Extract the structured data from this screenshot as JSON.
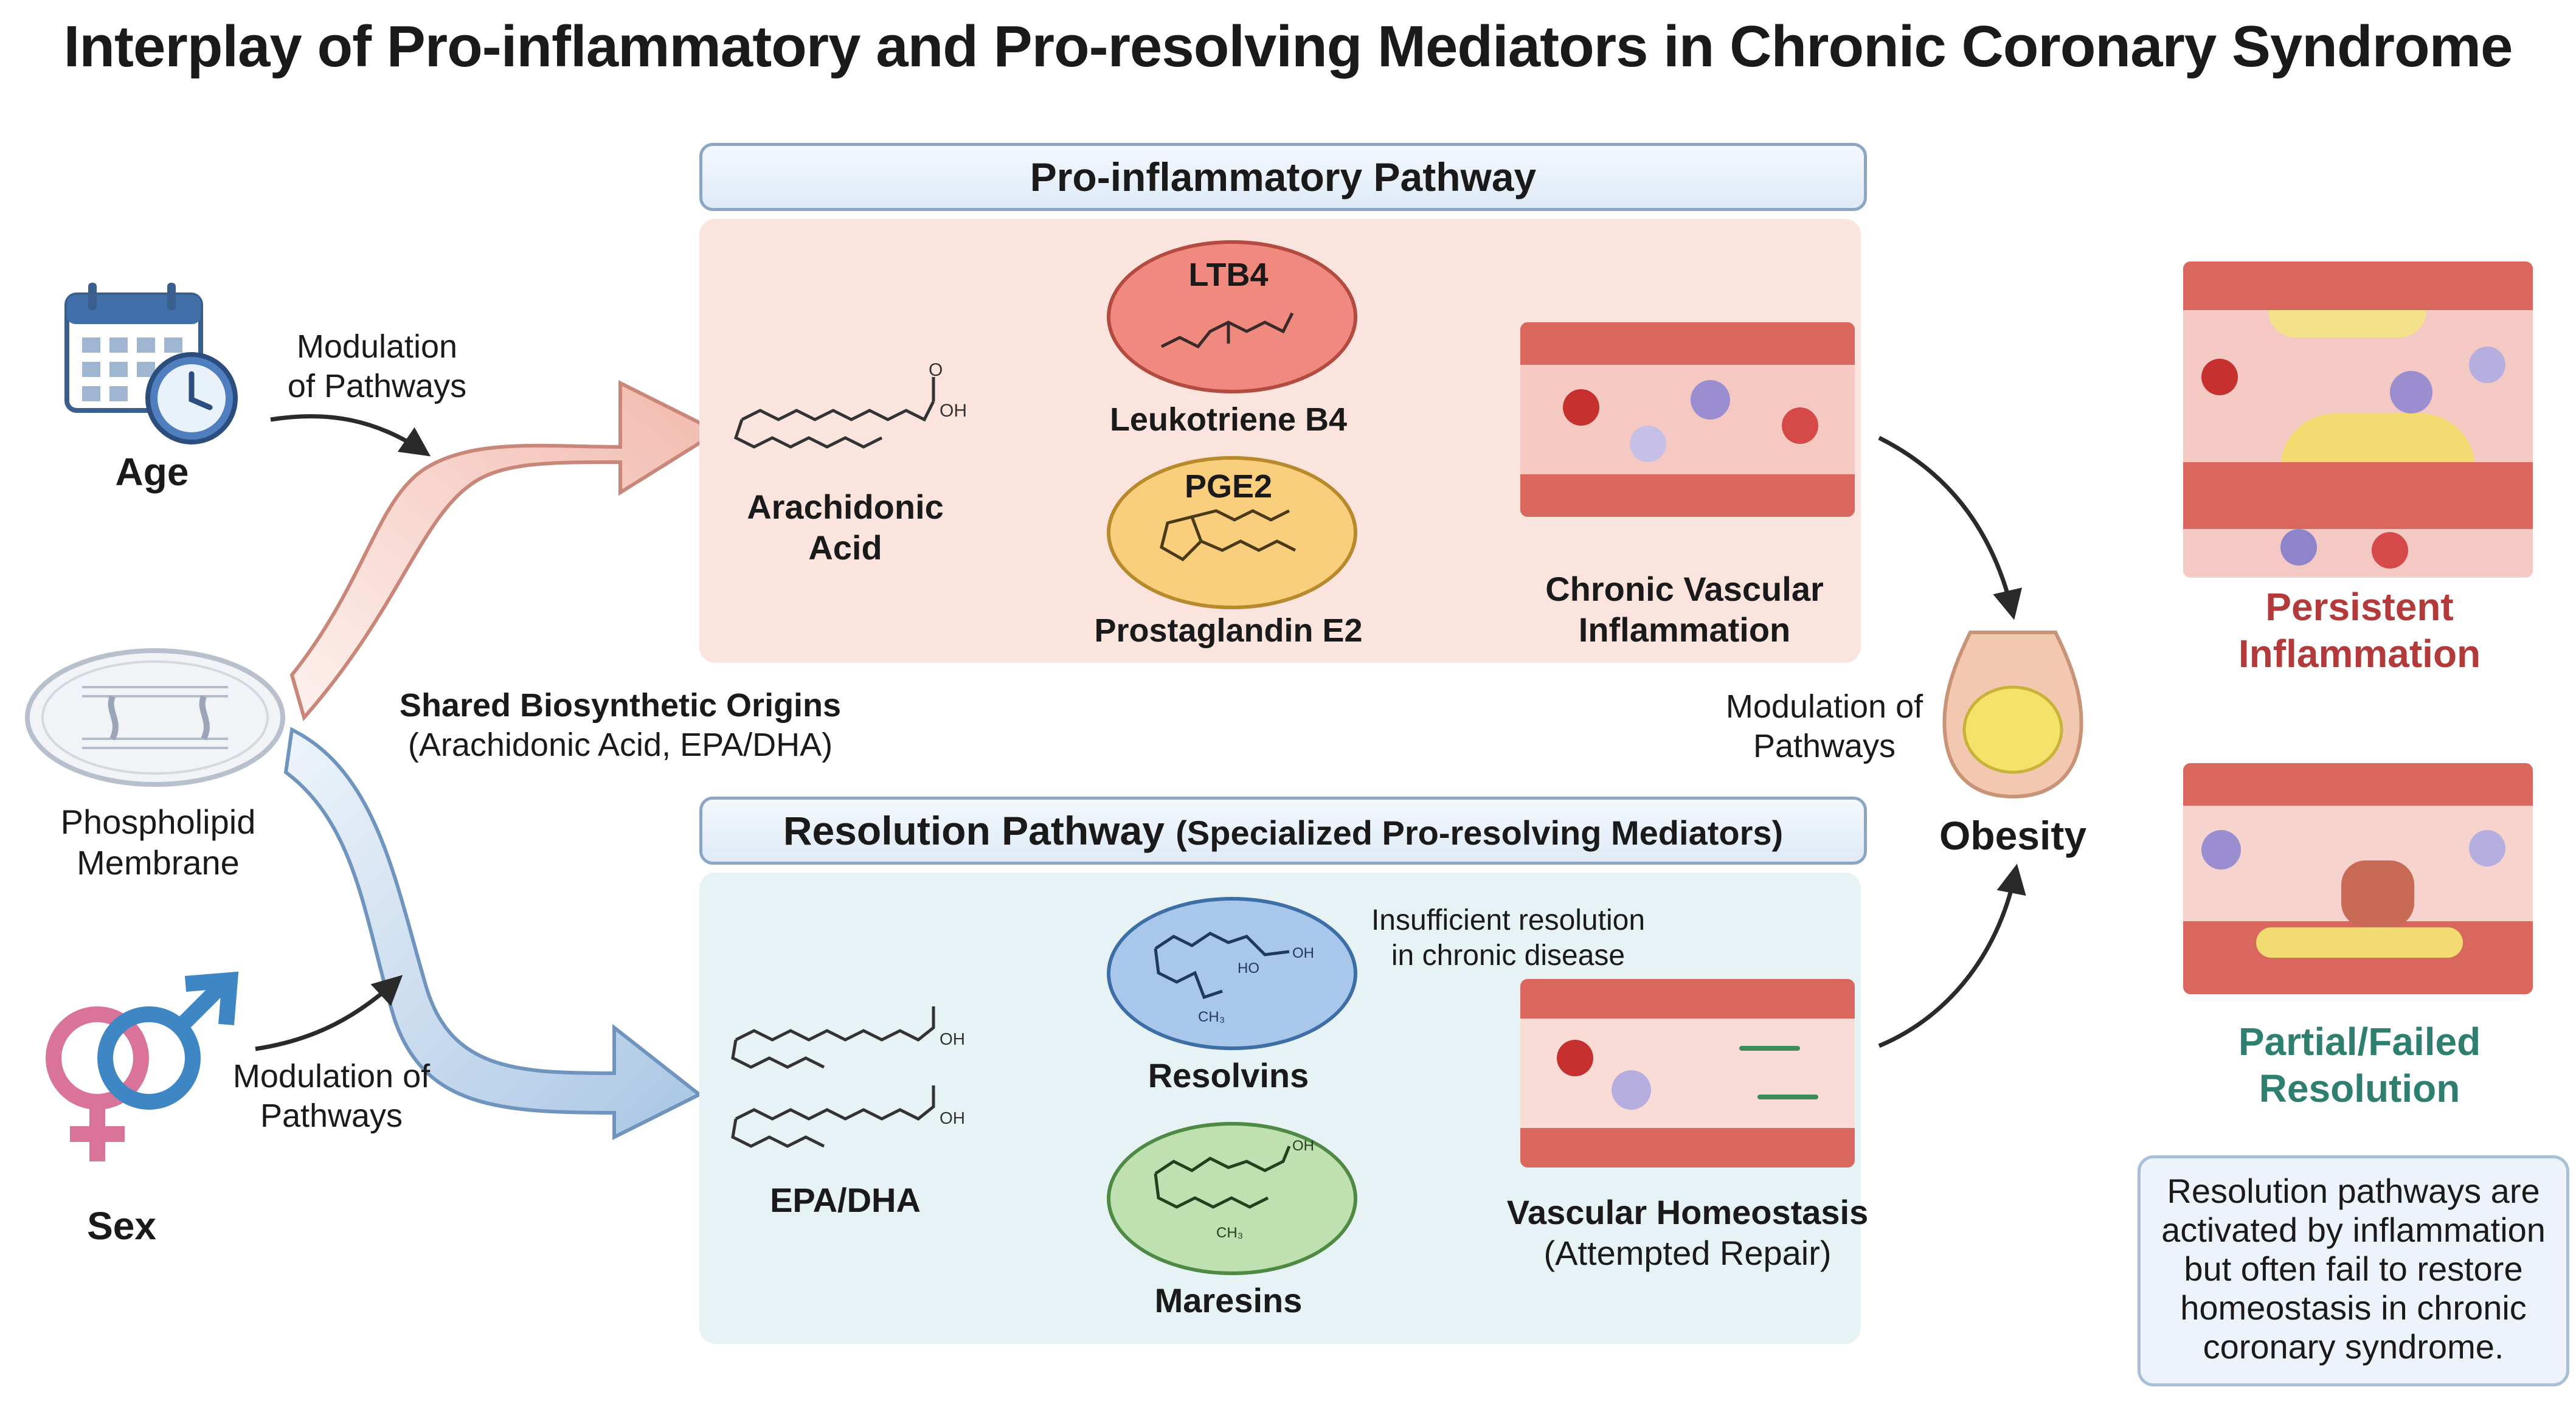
{
  "title": "Interplay of Pro-inflammatory and Pro-resolving Mediators in Chronic Coronary Syndrome",
  "left": {
    "age_label": "Age",
    "age_modulation": [
      "Modulation",
      "of Pathways"
    ],
    "membrane_label": [
      "Phospholipid",
      "Membrane"
    ],
    "sex_label": "Sex",
    "sex_modulation": [
      "Modulation of",
      "Pathways"
    ],
    "shared_title": "Shared Biosynthetic Origins",
    "shared_sub": "(Arachidonic Acid, EPA/DHA)"
  },
  "pro_panel": {
    "header": "Pro-inflammatory Pathway",
    "source": [
      "Arachidonic",
      "Acid"
    ],
    "ltb4_tag": "LTB4",
    "ltb4_name": "Leukotriene B4",
    "pge2_tag": "PGE2",
    "pge2_name": "Prostaglandin E2",
    "outcome": [
      "Chronic Vascular",
      "Inflammation"
    ],
    "oh": "OH"
  },
  "res_panel": {
    "header_main": "Resolution Pathway",
    "header_sub": "(Specialized Pro-resolving Mediators)",
    "source": "EPA/DHA",
    "resolvins": "Resolvins",
    "maresins": "Maresins",
    "insufficient": [
      "Insufficient resolution",
      "in chronic disease"
    ],
    "outcome": "Vascular Homeostasis",
    "outcome_sub": "(Attempted Repair)",
    "ch3": "CH₃",
    "oh": "OH",
    "ho": "HO"
  },
  "right": {
    "obesity_modulation": [
      "Modulation of",
      "Pathways"
    ],
    "obesity": "Obesity",
    "persistent": [
      "Persistent",
      "Inflammation"
    ],
    "partial": [
      "Partial/Failed",
      "Resolution"
    ],
    "note": [
      "Resolution pathways are",
      "activated by inflammation",
      "but often fail to restore",
      "homeostasis in chronic",
      "coronary syndrome."
    ]
  },
  "colors": {
    "pro_panel_bg": "#fbe4de",
    "res_panel_bg": "#e7f2f4",
    "ltb4_fill": "#f08a7e",
    "pge2_fill": "#f9cf7e",
    "resolvins_fill": "#a8c7ea",
    "maresins_fill": "#bfe0b0",
    "persistent_text": "#b33a3a",
    "partial_text": "#2f7f70"
  },
  "icons": [
    "calendar-clock-icon",
    "gender-symbols-icon",
    "phospholipid-membrane-icon",
    "obesity-body-icon",
    "vessel-illustration"
  ]
}
